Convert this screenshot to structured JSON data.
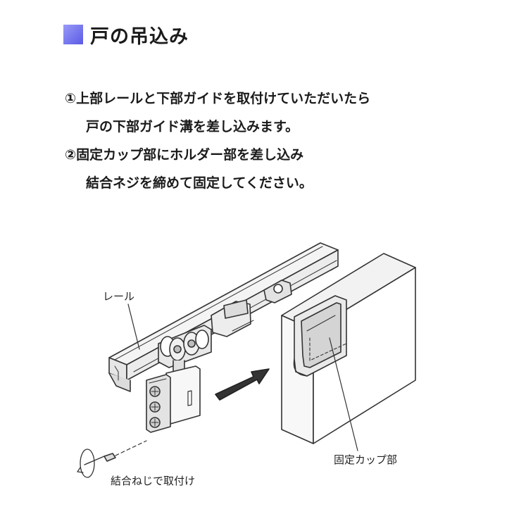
{
  "title": "戸の吊込み",
  "steps": [
    {
      "lines": [
        "①上部レールと下部ガイドを取付けていただいたら",
        "戸の下部ガイド溝を差し込みます。"
      ]
    },
    {
      "lines": [
        "②固定カップ部にホルダー部を差し込み",
        "結合ネジを締めて固定してください。"
      ]
    }
  ],
  "labels": {
    "rail": "レール",
    "cup": "固定カップ部",
    "screw": "結合ねじで取付け"
  },
  "colors": {
    "accent": "#6a6af0",
    "line": "#333333",
    "fill_light": "#f4f4f4",
    "fill_mid": "#e2e2e2",
    "fill_dark": "#bdbdbd"
  }
}
